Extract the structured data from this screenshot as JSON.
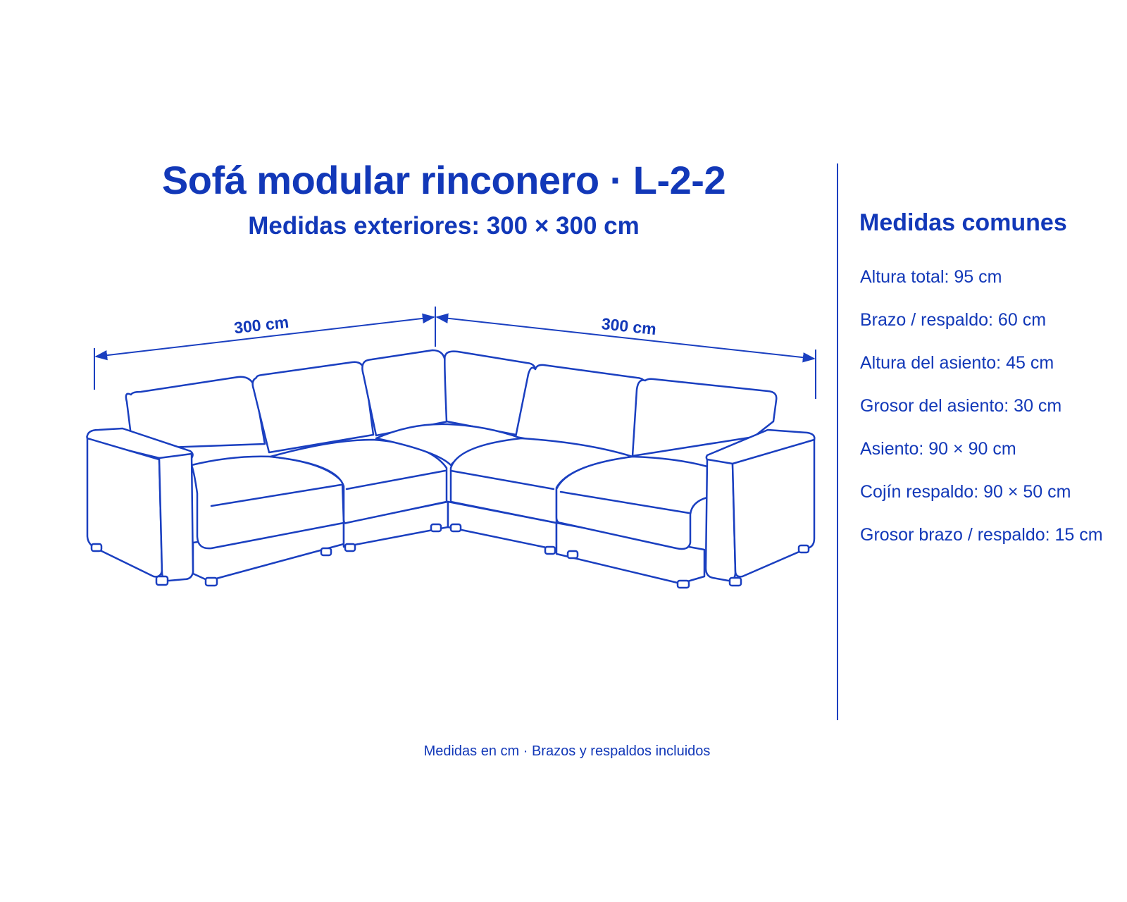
{
  "title": "Sofá modular rinconero · L-2-2",
  "subtitle": "Medidas exteriores: 300 × 300 cm",
  "dimensions": {
    "left_width": "300 cm",
    "right_width": "300 cm"
  },
  "specs": {
    "heading": "Medidas comunes",
    "items": [
      "Altura total: 95 cm",
      "Brazo / respaldo: 60 cm",
      "Altura del asiento: 45 cm",
      "Grosor del asiento: 30 cm",
      "Asiento: 90 × 90 cm",
      "Cojín respaldo: 90 × 50 cm",
      "Grosor brazo / respaldo: 15 cm"
    ]
  },
  "footer": "Medidas en cm · Brazos y respaldos incluidos",
  "colors": {
    "ink": "#1238b8",
    "line": "#1a3fc0",
    "background": "#ffffff"
  }
}
